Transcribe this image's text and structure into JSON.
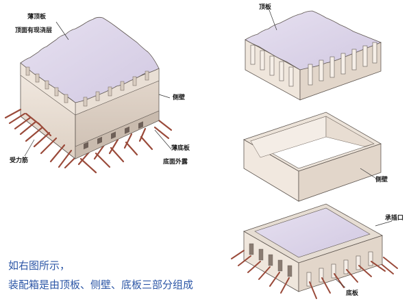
{
  "labels": {
    "left_top_slab": "薄顶板",
    "left_top_note": "顶面有现浇层",
    "left_side_wall": "侧壁",
    "left_rebar": "受力筋",
    "left_bottom_slab": "薄底板",
    "left_bottom_note": "底面外露",
    "right_top_slab": "顶板",
    "right_side_wall": "侧壁",
    "right_socket": "承插口",
    "right_bottom_slab": "底板"
  },
  "caption": {
    "line1": "如右图所示，",
    "line2": "装配箱是由顶板、侧壁、底板三部分组成"
  },
  "colors": {
    "top_face": "#ddd6ea",
    "wall_light": "#ece3da",
    "wall_mid": "#ddd0c4",
    "wall_dark": "#cbbdb0",
    "outline": "#5e5650",
    "rebar": "#9a4a3a",
    "caption": "#2c56a6"
  }
}
